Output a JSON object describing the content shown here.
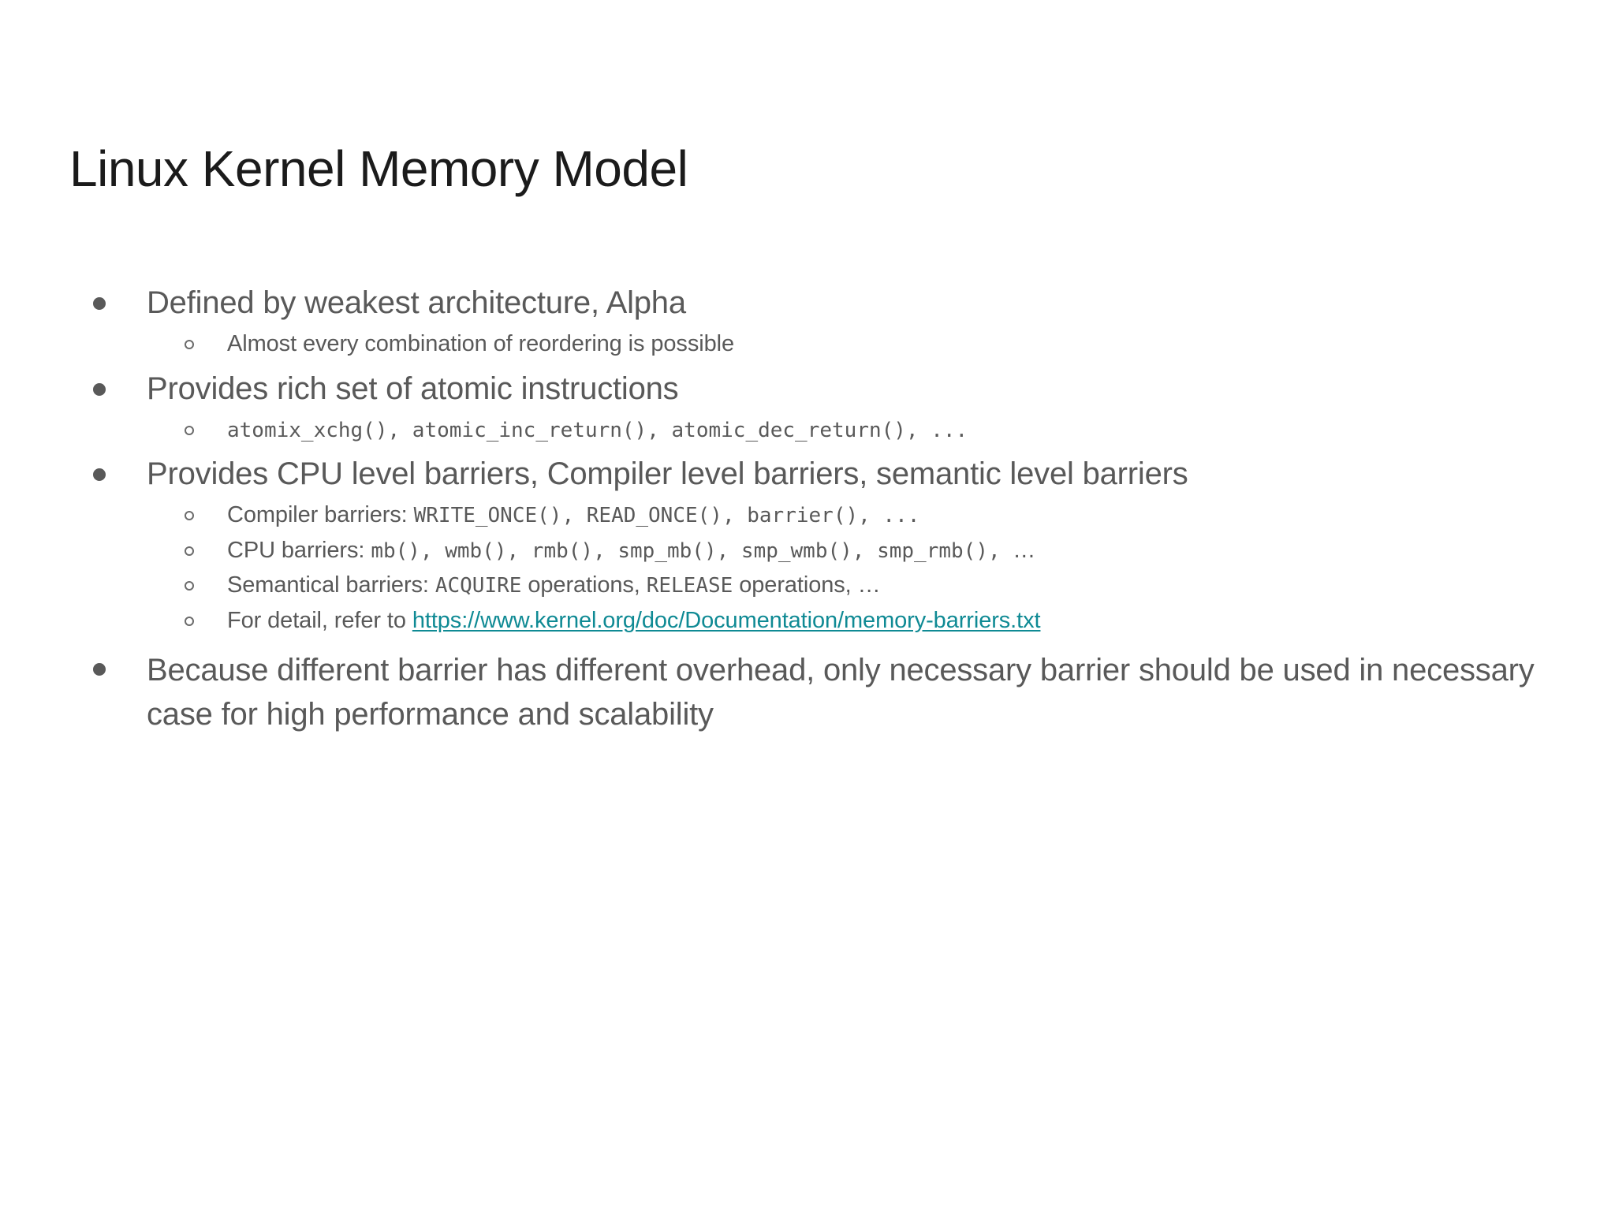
{
  "slide": {
    "title": "Linux Kernel Memory Model",
    "title_color": "#1b1b1b",
    "body_color": "#595959",
    "link_color": "#0f8a94",
    "background_color": "#ffffff"
  },
  "bullets": [
    {
      "level1": "Defined by weakest architecture, Alpha",
      "sub": [
        {
          "text": "Almost every combination of reordering is possible"
        }
      ]
    },
    {
      "level1": "Provides rich set of atomic instructions",
      "sub": [
        {
          "code": "atomix_xchg(), atomic_inc_return(), atomic_dec_return(), ..."
        }
      ]
    },
    {
      "level1": "Provides CPU level barriers, Compiler level barriers, semantic level barriers",
      "sub": [
        {
          "label": "Compiler barriers: ",
          "code": "WRITE_ONCE(), READ_ONCE(), barrier(), ..."
        },
        {
          "label": "CPU barriers: ",
          "code": "mb(), wmb(), rmb(), smp_mb(), smp_wmb(), smp_rmb(), ",
          "tail": "…"
        },
        {
          "label": "Semantical barriers: ",
          "code_a": "ACQUIRE",
          "mid": " operations, ",
          "code_b": "RELEASE",
          "tail": " operations, …"
        },
        {
          "label": "For detail, refer to ",
          "link": "https://www.kernel.org/doc/Documentation/memory-barriers.txt"
        }
      ]
    },
    {
      "level1": "Because different barrier has different overhead, only necessary barrier should be used in necessary case for high performance and scalability",
      "sub": []
    }
  ]
}
